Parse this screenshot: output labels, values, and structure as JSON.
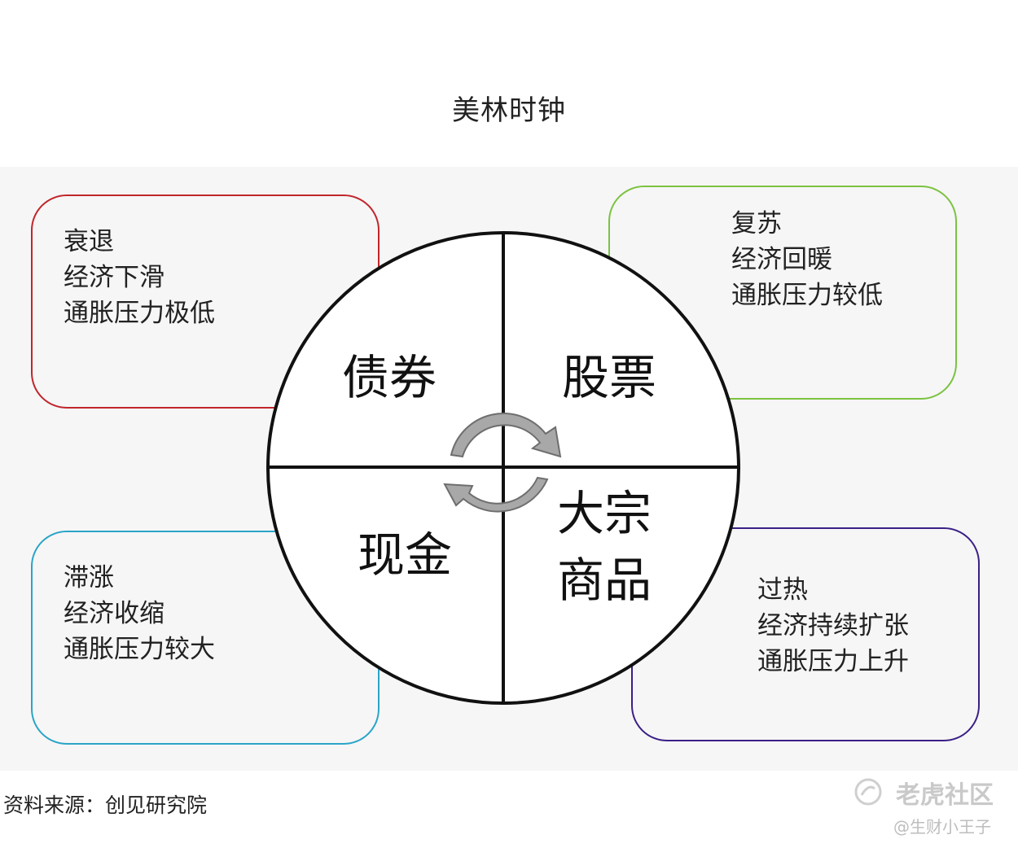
{
  "title": "美林时钟",
  "phases": [
    {
      "id": "recession",
      "lines": [
        "衰退",
        "经济下滑",
        "通胀压力极低"
      ],
      "color": "#c0262b"
    },
    {
      "id": "recovery",
      "lines": [
        "复苏",
        "经济回暖",
        "通胀压力较低"
      ],
      "color": "#7cc241"
    },
    {
      "id": "stagflation",
      "lines": [
        "滞涨",
        "经济收缩",
        "通胀压力较大"
      ],
      "color": "#2aa4c8"
    },
    {
      "id": "overheat",
      "lines": [
        "过热",
        "经济持续扩张",
        "通胀压力上升"
      ],
      "color": "#3b1f86"
    }
  ],
  "quadrants": {
    "top_left": [
      "债券"
    ],
    "top_right": [
      "股票"
    ],
    "bottom_left": [
      "现金"
    ],
    "bottom_right": [
      "大宗",
      "商品"
    ]
  },
  "source": "资料来源：创见研究院",
  "watermark": {
    "brand": "老虎社区",
    "handle": "@生财小王子"
  }
}
